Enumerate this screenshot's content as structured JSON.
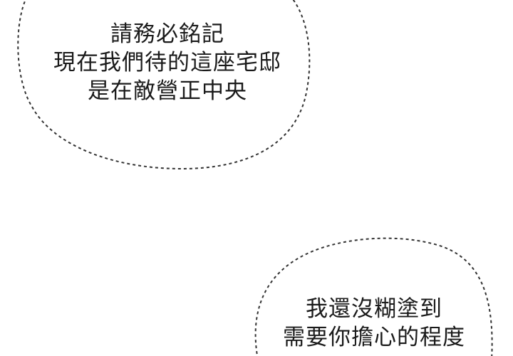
{
  "bubbles": [
    {
      "lines": [
        "請務必銘記",
        "現在我們待的這座宅邸",
        "是在敵營正中央"
      ]
    },
    {
      "lines": [
        "我還沒糊塗到",
        "需要你擔心的程度"
      ]
    }
  ],
  "colors": {
    "background": "#ffffff",
    "text": "#1a1a1a",
    "bubble_border": "#333333"
  }
}
